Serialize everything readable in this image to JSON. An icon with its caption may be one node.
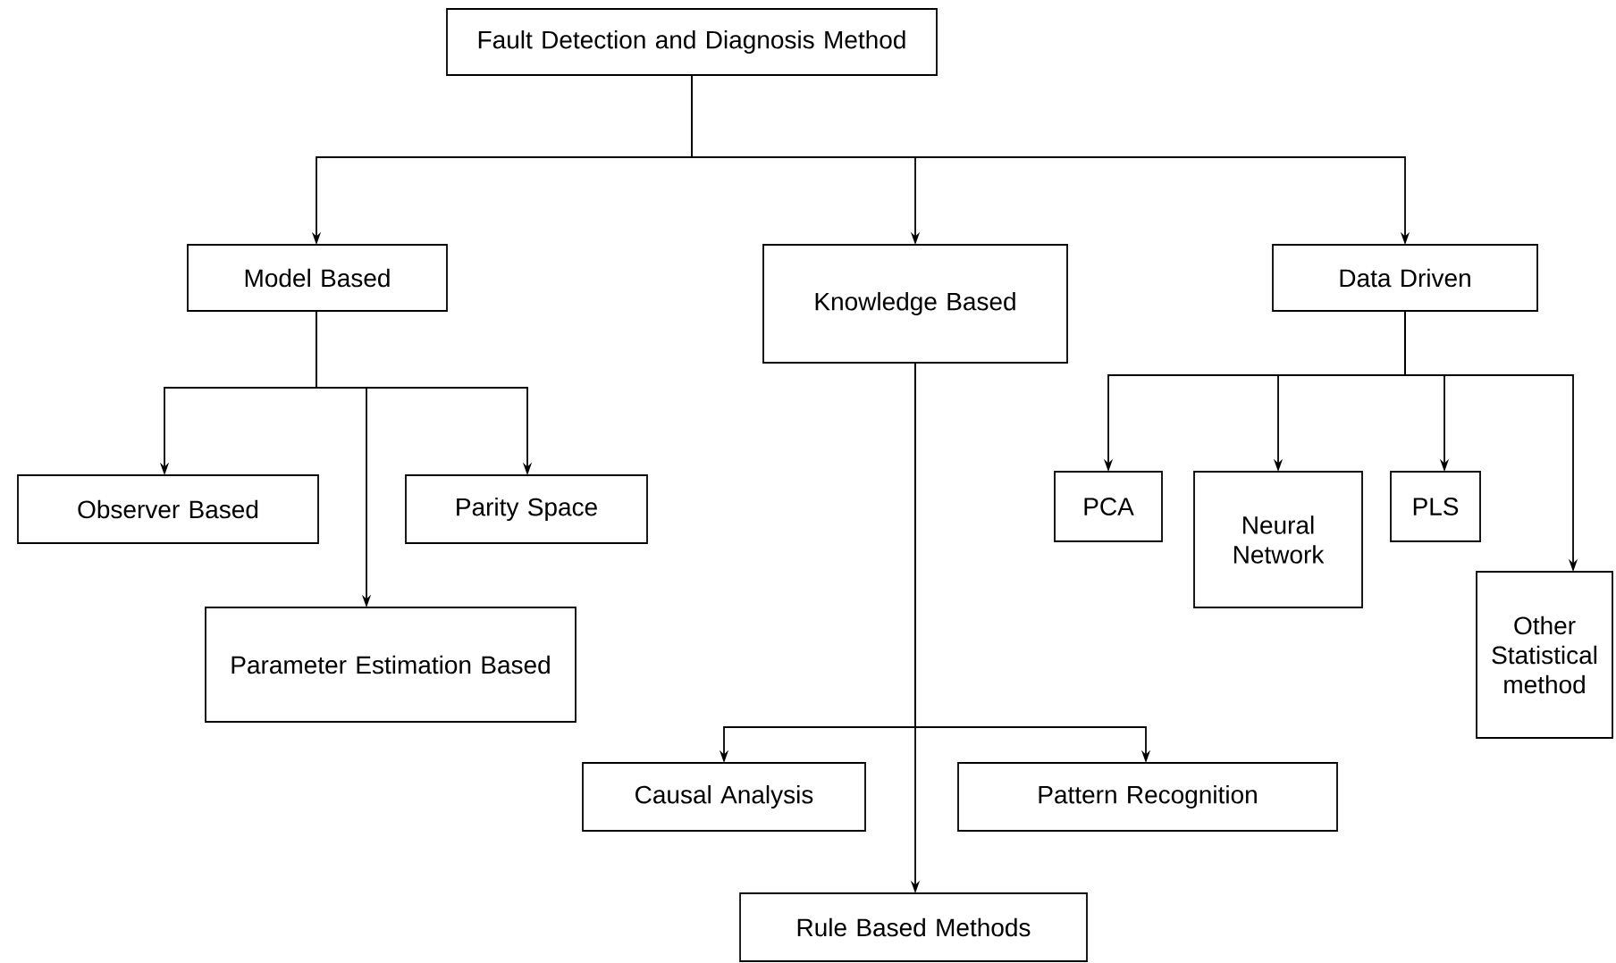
{
  "diagram": {
    "nodes": [
      {
        "text": [
          "Fault Detection and Diagnosis Method"
        ]
      },
      {
        "text": [
          "Model Based"
        ]
      },
      {
        "text": [
          "Knowledge Based"
        ]
      },
      {
        "text": [
          "Data Driven"
        ]
      },
      {
        "text": [
          "Observer Based"
        ]
      },
      {
        "text": [
          "Parity Space"
        ]
      },
      {
        "text": [
          "Parameter Estimation Based"
        ]
      },
      {
        "text": [
          "Causal Analysis"
        ]
      },
      {
        "text": [
          "Pattern Recognition"
        ]
      },
      {
        "text": [
          "Rule Based Methods"
        ]
      },
      {
        "text": [
          "PCA"
        ]
      },
      {
        "text": [
          "Neural Network"
        ]
      },
      {
        "text": [
          "PLS"
        ]
      },
      {
        "text": [
          "Other Statistical method"
        ]
      }
    ],
    "edges": [
      {
        "from": 0,
        "to": 1,
        "arrow": "to"
      },
      {
        "from": 0,
        "to": 2,
        "arrow": "to"
      },
      {
        "from": 0,
        "to": 3,
        "arrow": "to"
      },
      {
        "from": 1,
        "to": 4,
        "arrow": "to"
      },
      {
        "from": 1,
        "to": 6,
        "arrow": "to"
      },
      {
        "from": 1,
        "to": 5,
        "arrow": "to"
      },
      {
        "from": 2,
        "to": 7,
        "arrow": "to"
      },
      {
        "from": 2,
        "to": 9,
        "arrow": "to"
      },
      {
        "from": 2,
        "to": 8,
        "arrow": "to"
      },
      {
        "from": 3,
        "to": 10,
        "arrow": "to"
      },
      {
        "from": 3,
        "to": 11,
        "arrow": "to"
      },
      {
        "from": 3,
        "to": 12,
        "arrow": "to"
      },
      {
        "from": 3,
        "to": 13,
        "arrow": "to"
      }
    ]
  }
}
